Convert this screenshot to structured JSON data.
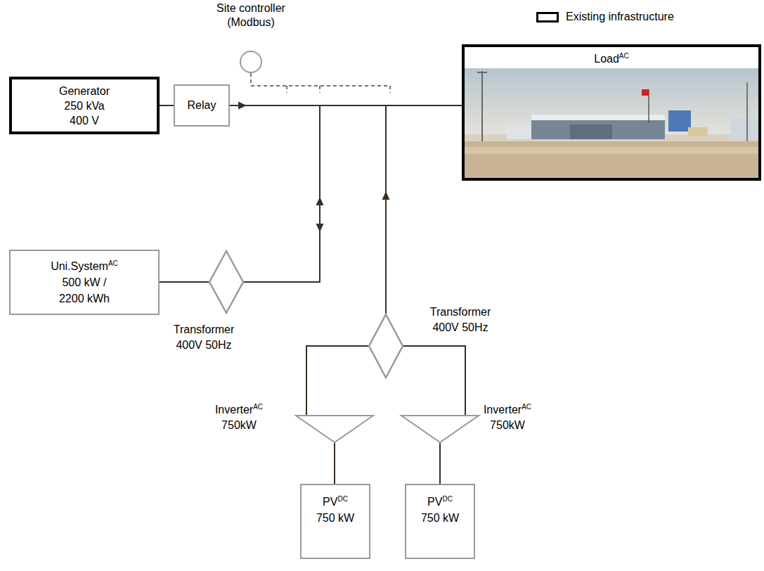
{
  "diagram": {
    "nodes": [
      {
        "text": [
          "Generator 250 kVa 400 V"
        ]
      },
      {
        "text": [
          "Relay"
        ]
      },
      {
        "text": [
          "Site controller (Modbus)"
        ]
      },
      {
        "text": [
          "Load",
          "AC"
        ]
      },
      {
        "text": [
          "Uni.System",
          "AC",
          "500 kW / 2200 kWh"
        ]
      },
      {
        "text": [
          "Transformer 400V 50Hz"
        ]
      },
      {
        "text": [
          "Transformer 400V 50Hz"
        ]
      },
      {
        "text": [
          "Inverter",
          "AC",
          "750kW"
        ]
      },
      {
        "text": [
          "Inverter",
          "AC",
          "750kW"
        ]
      },
      {
        "text": [
          "PV",
          "DC",
          "750 kW"
        ]
      },
      {
        "text": [
          "PV",
          "DC",
          "750 kW"
        ]
      }
    ],
    "edges": [
      {
        "from": 0,
        "to": 1,
        "arrow": "none"
      },
      {
        "from": 1,
        "to": 3,
        "arrow": "to"
      },
      {
        "from": 4,
        "to": 5,
        "arrow": "none"
      },
      {
        "from": 5,
        "to": 3,
        "arrow": "both"
      },
      {
        "from": 6,
        "to": 3,
        "arrow": "to"
      },
      {
        "from": 7,
        "to": 6,
        "arrow": "none"
      },
      {
        "from": 8,
        "to": 6,
        "arrow": "none"
      },
      {
        "from": 9,
        "to": 7,
        "arrow": "none"
      },
      {
        "from": 10,
        "to": 8,
        "arrow": "none"
      }
    ],
    "legend": [
      {
        "text": "Existing infrastructure"
      }
    ]
  }
}
